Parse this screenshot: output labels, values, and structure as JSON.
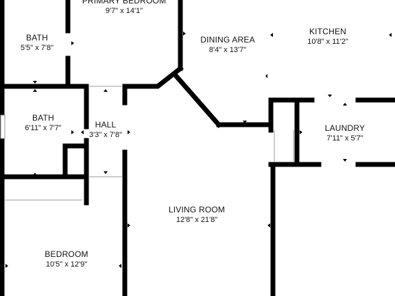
{
  "floor_plan": {
    "rooms": [
      {
        "id": "primary-bedroom",
        "name": "PRIMARY BEDROOM",
        "dims": "9'7\" x 14'1\""
      },
      {
        "id": "bath-1",
        "name": "BATH",
        "dims": "5'5\" x 7'8\""
      },
      {
        "id": "dining-area",
        "name": "DINING AREA",
        "dims": "8'4\" x 13'7\""
      },
      {
        "id": "kitchen",
        "name": "KITCHEN",
        "dims": "10'8\" x 11'2\""
      },
      {
        "id": "bath-2",
        "name": "BATH",
        "dims": "6'11\" x 7'7\""
      },
      {
        "id": "hall",
        "name": "HALL",
        "dims": "3'3\" x 7'8\""
      },
      {
        "id": "laundry",
        "name": "LAUNDRY",
        "dims": "7'11\" x 5'7\""
      },
      {
        "id": "living-room",
        "name": "LIVING ROOM",
        "dims": "12'8\" x 21'8\""
      },
      {
        "id": "bedroom",
        "name": "BEDROOM",
        "dims": "10'5\" x 12'9\""
      }
    ],
    "colors": {
      "wall": "#000000",
      "background": "#ffffff",
      "window": "#9a9a9a"
    }
  }
}
